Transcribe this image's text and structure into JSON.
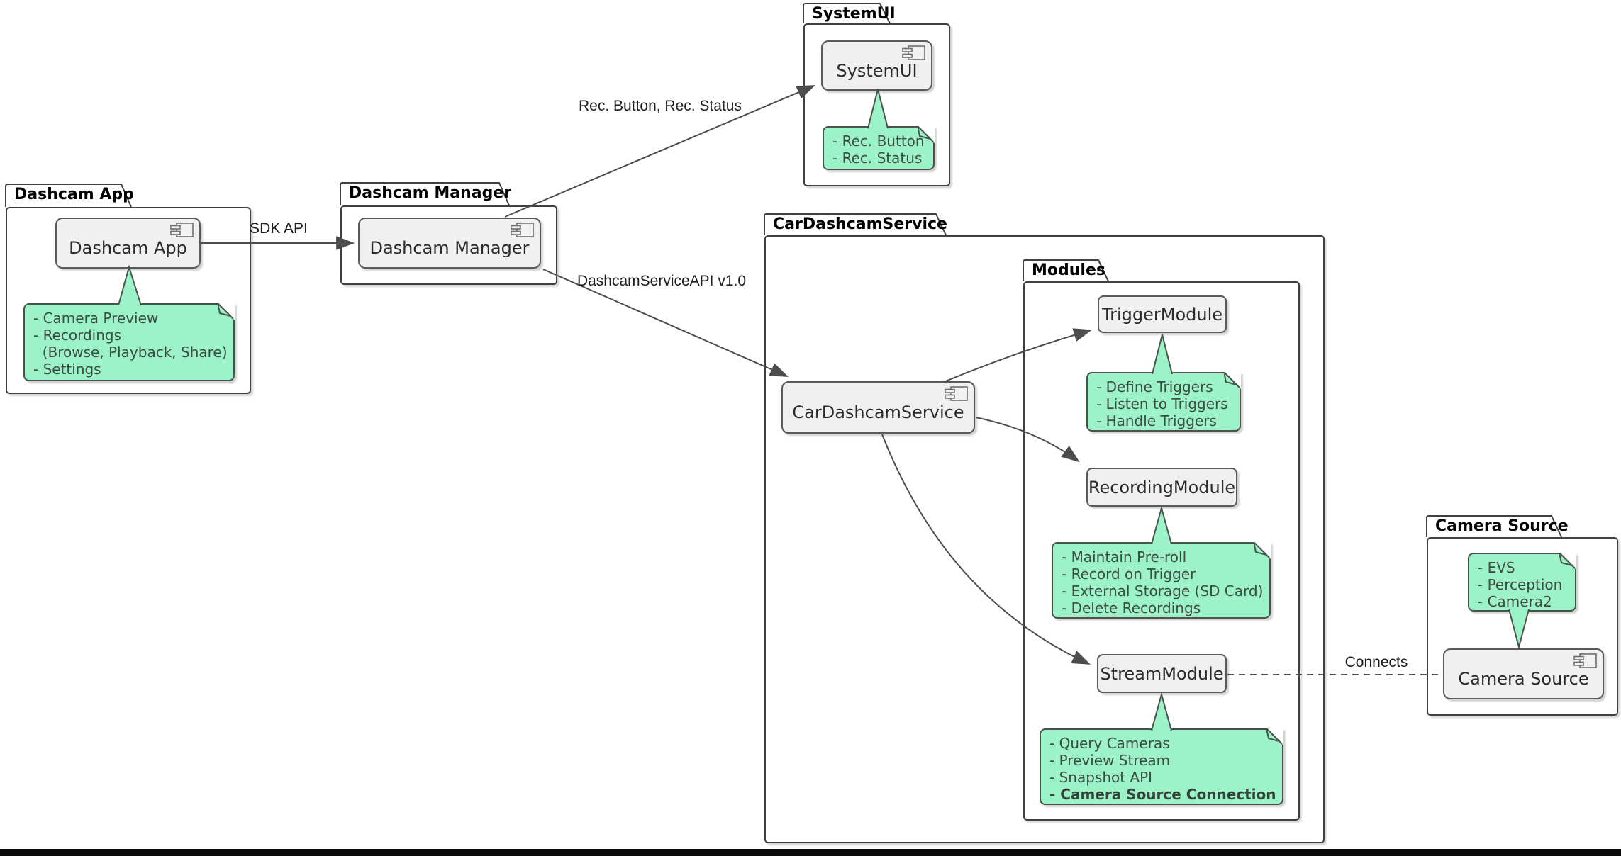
{
  "diagram_type": "uml-component-diagram",
  "colors": {
    "background": "#FFFFFF",
    "note_fill": "#9CF3C8",
    "note_border": "#4A524C",
    "component_fill": "#F0F0F0",
    "component_border": "#5A5A5A",
    "package_border": "#3F3F3F",
    "edge_color": "#4D4D4D",
    "bottom_bar": "#0B0B0B"
  },
  "packages": {
    "dashcam_app": {
      "title": "Dashcam App"
    },
    "dashcam_manager": {
      "title": "Dashcam Manager"
    },
    "systemui": {
      "title": "SystemUI"
    },
    "cardashcamservice": {
      "title": "CarDashcamService"
    },
    "modules": {
      "title": "Modules"
    },
    "camera_source": {
      "title": "Camera Source"
    }
  },
  "components": {
    "dashcam_app": {
      "label": "Dashcam App"
    },
    "dashcam_manager": {
      "label": "Dashcam Manager"
    },
    "systemui": {
      "label": "SystemUI"
    },
    "cardashcamservice": {
      "label": "CarDashcamService"
    },
    "triggermodule": {
      "label": "TriggerModule"
    },
    "recordingmodule": {
      "label": "RecordingModule"
    },
    "streammodule": {
      "label": "StreamModule"
    },
    "camera_source": {
      "label": "Camera Source"
    }
  },
  "notes": {
    "dashcam_app": {
      "lines": [
        "- Camera Preview",
        "- Recordings",
        "  (Browse, Playback, Share)",
        "- Settings"
      ]
    },
    "systemui": {
      "lines": [
        "- Rec. Button",
        "- Rec. Status"
      ]
    },
    "triggermodule": {
      "lines": [
        "- Define Triggers",
        "- Listen to Triggers",
        "- Handle Triggers"
      ]
    },
    "recordingmodule": {
      "lines": [
        "- Maintain Pre-roll",
        "- Record on Trigger",
        "- External Storage (SD Card)",
        "- Delete Recordings"
      ]
    },
    "streammodule": {
      "lines": [
        "- Query Cameras",
        "- Preview Stream",
        "- Snapshot API",
        "- Camera Source Connection"
      ]
    },
    "camera_source": {
      "lines": [
        "- EVS",
        "- Perception",
        "- Camera2"
      ]
    }
  },
  "edges": {
    "sdk_api": {
      "label": "SDK API",
      "from": "Dashcam App",
      "to": "Dashcam Manager",
      "style": "solid-arrow"
    },
    "rec_ui": {
      "label": "Rec. Button, Rec. Status",
      "from": "Dashcam Manager",
      "to": "SystemUI",
      "style": "solid-arrow"
    },
    "service_api": {
      "label": "DashcamServiceAPI v1.0",
      "from": "Dashcam Manager",
      "to": "CarDashcamService",
      "style": "solid-arrow"
    },
    "svc_to_trigger": {
      "label": "",
      "from": "CarDashcamService",
      "to": "TriggerModule",
      "style": "solid-arrow"
    },
    "svc_to_recording": {
      "label": "",
      "from": "CarDashcamService",
      "to": "RecordingModule",
      "style": "solid-arrow"
    },
    "svc_to_stream": {
      "label": "",
      "from": "CarDashcamService",
      "to": "StreamModule",
      "style": "solid-arrow"
    },
    "connects": {
      "label": "Connects",
      "from": "StreamModule",
      "to": "Camera Source",
      "style": "dashed"
    }
  }
}
